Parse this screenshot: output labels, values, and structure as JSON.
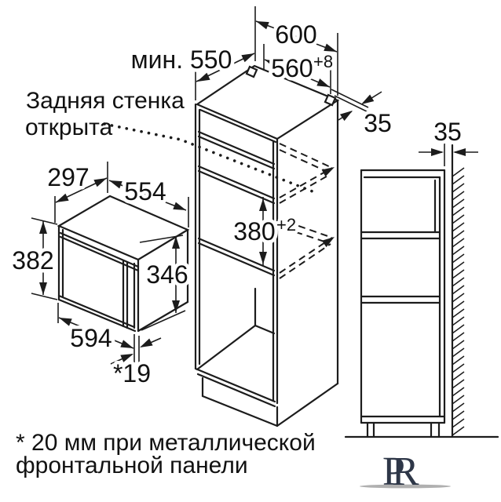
{
  "annotations": {
    "back_wall_line1": "Задняя стенка",
    "back_wall_line2": "открыта",
    "footnote_line1": "* 20 мм при металлической",
    "footnote_line2": "фронтальной панели",
    "watermark": "PR"
  },
  "dims": {
    "min_depth": "мин. 550",
    "outer_width": "600",
    "inner_width": "560",
    "inner_width_tol": "+8",
    "top_rear_gap": "35",
    "wall_gap": "35",
    "mw_depth": "297",
    "mw_top_width": "554",
    "mw_height": "382",
    "mw_front_height": "346",
    "niche_height": "380",
    "niche_height_tol": "+2",
    "mw_door_width": "594",
    "door_protrusion": "*19"
  },
  "colors": {
    "line": "#1c1c1c",
    "logo": "#2e3748",
    "swoosh": "#b0b0b0",
    "background": "#ffffff"
  }
}
